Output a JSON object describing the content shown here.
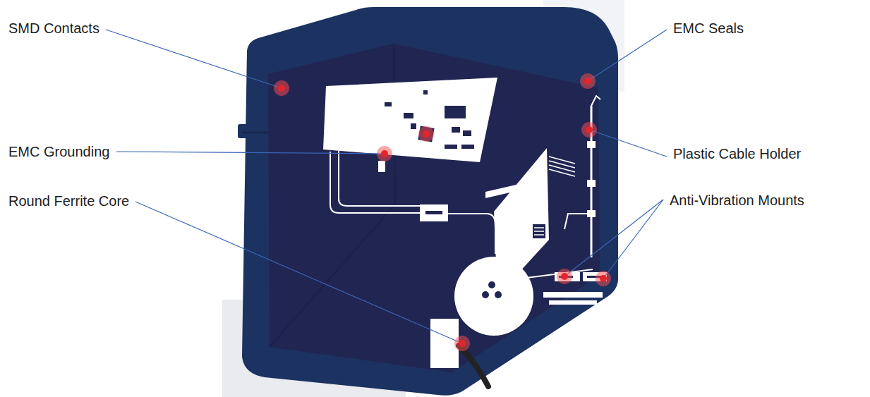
{
  "diagram": {
    "labels": [
      "SMD Contacts",
      "EMC Seals",
      "EMC Grounding",
      "Plastic Cable Holder",
      "Round Ferrite Core",
      "Anti-Vibration Mounts"
    ]
  }
}
